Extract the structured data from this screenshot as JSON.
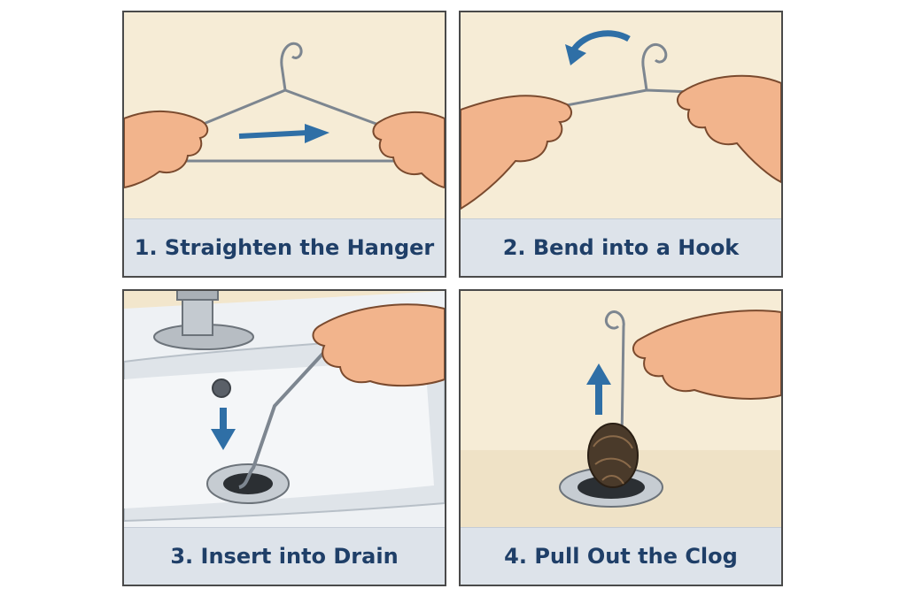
{
  "steps": [
    {
      "caption": "1. Straighten the Hanger"
    },
    {
      "caption": "2. Bend into a Hook"
    },
    {
      "caption": "3. Insert into Drain"
    },
    {
      "caption": "4. Pull Out the Clog"
    }
  ],
  "colors": {
    "caption_text": "#1f3f68",
    "caption_bg": "#dde3ea",
    "panel_bg": "#f6ecd6",
    "arrow": "#2f6fa6",
    "skin": "#f2b48c",
    "wire": "#7d8690"
  }
}
